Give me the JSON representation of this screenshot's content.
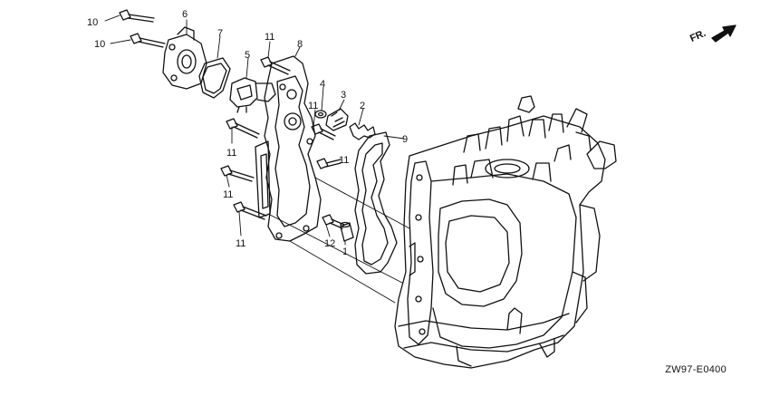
{
  "diagram": {
    "callouts": {
      "c1": "1",
      "c2": "2",
      "c3": "3",
      "c4": "4",
      "c5": "5",
      "c6": "6",
      "c7": "7",
      "c8": "8",
      "c9": "9",
      "c10a": "10",
      "c10b": "10",
      "c11a": "11",
      "c11b": "11",
      "c11c": "11",
      "c11d": "11",
      "c11e": "11",
      "c11f": "11",
      "c12": "12"
    },
    "direction_label": "FR.",
    "drawing_code": "ZW97-E0400"
  },
  "colors": {
    "line": "#111111",
    "background": "#ffffff"
  }
}
